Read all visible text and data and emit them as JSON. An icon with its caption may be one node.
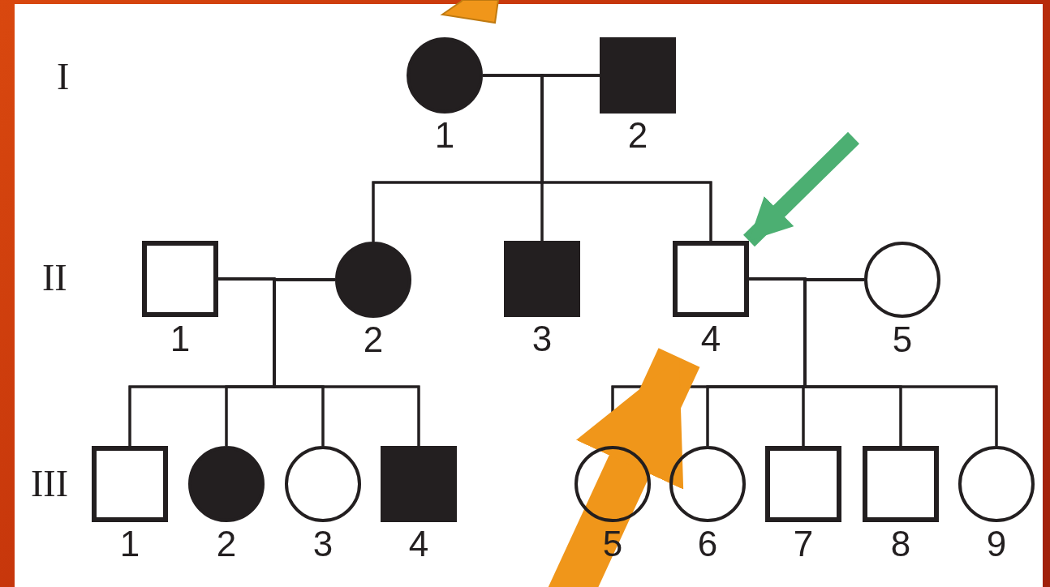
{
  "diagram": {
    "nodes": [
      {
        "text": [],
        "shape": "disc",
        "beside": [
          "1"
        ]
      },
      {
        "text": [],
        "shape": "block",
        "beside": [
          "2"
        ]
      },
      {
        "text": [],
        "shape": "square",
        "beside": [
          "1"
        ]
      },
      {
        "text": [],
        "shape": "disc",
        "beside": [
          "2"
        ]
      },
      {
        "text": [],
        "shape": "block",
        "beside": [
          "3"
        ]
      },
      {
        "text": [],
        "shape": "square",
        "beside": [
          "4"
        ]
      },
      {
        "text": [],
        "shape": "circle",
        "beside": [
          "5"
        ]
      },
      {
        "text": [],
        "shape": "square",
        "beside": [
          "1"
        ]
      },
      {
        "text": [],
        "shape": "disc",
        "beside": [
          "2"
        ]
      },
      {
        "text": [],
        "shape": "circle",
        "beside": [
          "3"
        ]
      },
      {
        "text": [],
        "shape": "block",
        "beside": [
          "4"
        ]
      },
      {
        "text": [],
        "shape": "circle",
        "beside": [
          "5"
        ]
      },
      {
        "text": [],
        "shape": "circle",
        "beside": [
          "6"
        ]
      },
      {
        "text": [],
        "shape": "square",
        "beside": [
          "7"
        ]
      },
      {
        "text": [],
        "shape": "square",
        "beside": [
          "8"
        ]
      },
      {
        "text": [],
        "shape": "circle",
        "beside": [
          "9"
        ]
      }
    ],
    "edges": [
      {
        "from": 0,
        "to": 1,
        "arrow": "none"
      },
      {
        "from": 0,
        "to": 3,
        "arrow": "none"
      },
      {
        "from": 1,
        "to": 3,
        "arrow": "none"
      },
      {
        "from": 0,
        "to": 4,
        "arrow": "none"
      },
      {
        "from": 1,
        "to": 4,
        "arrow": "none"
      },
      {
        "from": 0,
        "to": 5,
        "arrow": "none"
      },
      {
        "from": 1,
        "to": 5,
        "arrow": "none"
      },
      {
        "from": 2,
        "to": 3,
        "arrow": "none"
      },
      {
        "from": 2,
        "to": 7,
        "arrow": "none"
      },
      {
        "from": 3,
        "to": 7,
        "arrow": "none"
      },
      {
        "from": 2,
        "to": 8,
        "arrow": "none"
      },
      {
        "from": 3,
        "to": 8,
        "arrow": "none"
      },
      {
        "from": 2,
        "to": 9,
        "arrow": "none"
      },
      {
        "from": 3,
        "to": 9,
        "arrow": "none"
      },
      {
        "from": 2,
        "to": 10,
        "arrow": "none"
      },
      {
        "from": 3,
        "to": 10,
        "arrow": "none"
      },
      {
        "from": 5,
        "to": 6,
        "arrow": "none"
      },
      {
        "from": 5,
        "to": 11,
        "arrow": "none"
      },
      {
        "from": 6,
        "to": 11,
        "arrow": "none"
      },
      {
        "from": 5,
        "to": 12,
        "arrow": "none"
      },
      {
        "from": 6,
        "to": 12,
        "arrow": "none"
      },
      {
        "from": 5,
        "to": 13,
        "arrow": "none"
      },
      {
        "from": 6,
        "to": 13,
        "arrow": "none"
      },
      {
        "from": 5,
        "to": 14,
        "arrow": "none"
      },
      {
        "from": 6,
        "to": 14,
        "arrow": "none"
      },
      {
        "from": 5,
        "to": 15,
        "arrow": "none"
      },
      {
        "from": 6,
        "to": 15,
        "arrow": "none"
      },
      {
        "from": null,
        "to": 5,
        "arrow": "to",
        "style": "thick",
        "color": "#4caf72"
      },
      {
        "from": null,
        "to": 5,
        "arrow": "to",
        "style": "thick",
        "color": "#f0961a"
      }
    ],
    "labels": [
      "I",
      "II",
      "III"
    ]
  }
}
